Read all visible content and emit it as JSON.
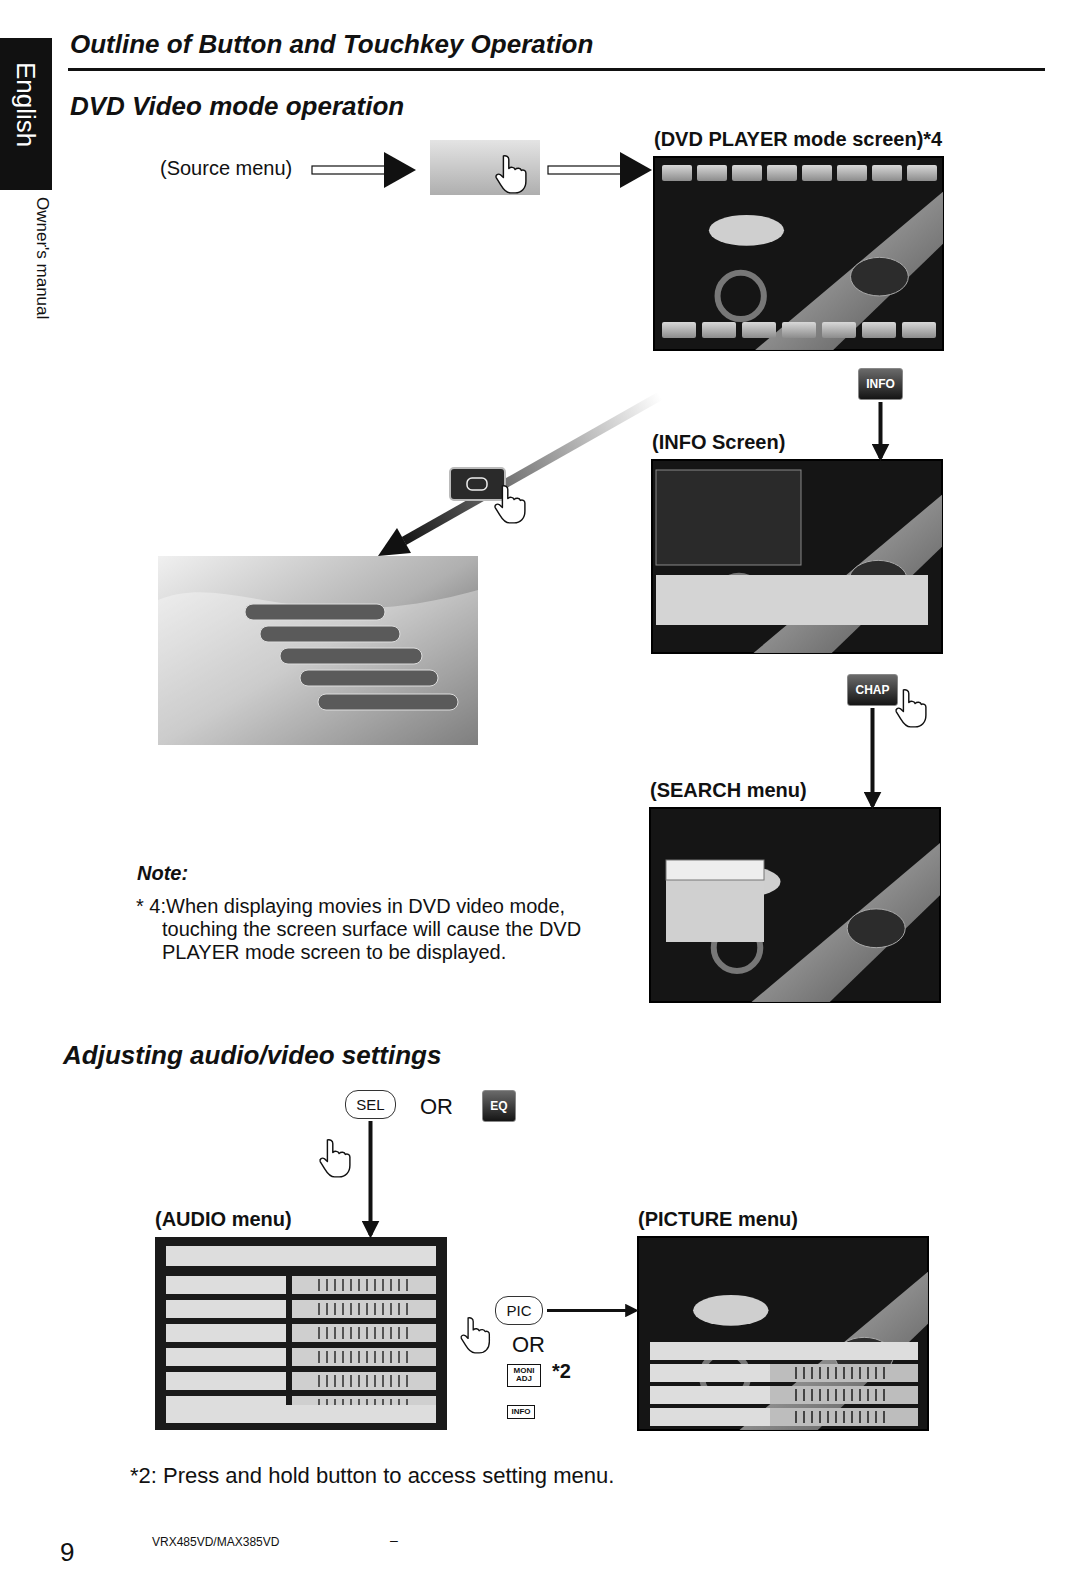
{
  "diagram": {
    "title": "Outline of Button and Touchkey Operation",
    "nodes": [
      {
        "text": [
          "(DVD PLAYER mode screen)*4"
        ]
      },
      {
        "text": [
          "INFO"
        ]
      },
      {
        "text": [
          "(INFO Screen)"
        ]
      },
      {
        "text": [
          "CHAP"
        ]
      },
      {
        "text": [
          "(SEARCH menu)"
        ]
      },
      {
        "text": [
          "SEL"
        ]
      },
      {
        "text": [
          "EQ"
        ]
      },
      {
        "text": [
          "(AUDIO menu)"
        ]
      },
      {
        "text": [
          "PIC"
        ]
      },
      {
        "text": [
          "MONI ADJ"
        ]
      },
      {
        "text": [
          "INFO"
        ]
      },
      {
        "text": [
          "(PICTURE menu)"
        ]
      }
    ],
    "edges": [
      {
        "from": 1,
        "to": 2,
        "arrow": "to"
      },
      {
        "from": 3,
        "to": 4,
        "arrow": "to"
      },
      {
        "from": 5,
        "to": 7,
        "arrow": "to"
      },
      {
        "from": 8,
        "to": 11,
        "arrow": "to"
      }
    ],
    "labels": [
      "English",
      "Owner's manual",
      "DVD Video mode operation",
      "(Source menu)",
      "Note:",
      "* 4:When displaying movies in DVD video mode, touching the screen surface will cause the DVD PLAYER mode screen to be displayed.",
      "Adjusting audio/video settings",
      "OR",
      "OR",
      "*2",
      "*2: Press and hold button to access setting menu.",
      "9",
      "VRX485VD/MAX385VD",
      "–"
    ]
  }
}
